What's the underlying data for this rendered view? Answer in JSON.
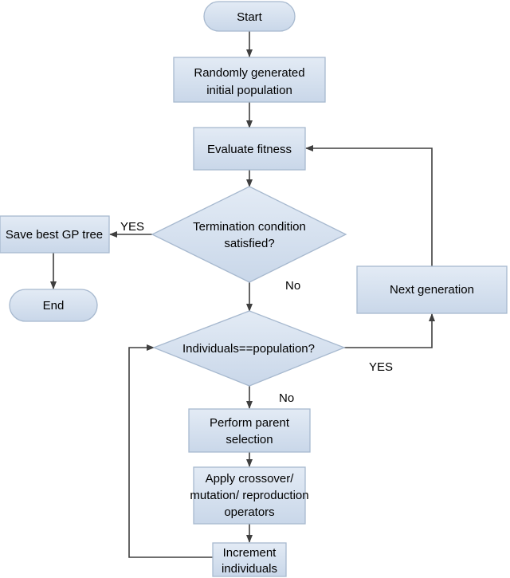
{
  "colors": {
    "node_fill": "#d3dfee",
    "node_stroke": "#a7b9cf",
    "arrow": "#3f3f3f"
  },
  "nodes": {
    "start": {
      "text": "Start"
    },
    "random_pop": {
      "line1": "Randomly generated",
      "line2": "initial population"
    },
    "evaluate": {
      "text": "Evaluate fitness"
    },
    "termination": {
      "line1": "Termination condition",
      "line2": "satisfied?"
    },
    "save_best": {
      "text": "Save best GP tree"
    },
    "end": {
      "text": "End"
    },
    "next_gen": {
      "text": "Next generation"
    },
    "individuals_check": {
      "text": "Individuals==population?"
    },
    "parent_sel": {
      "line1": "Perform parent",
      "line2": "selection"
    },
    "apply_ops": {
      "line1": "Apply crossover/",
      "line2": "mutation/ reproduction",
      "line3": "operators"
    },
    "increment": {
      "line1": "Increment",
      "line2": "individuals"
    }
  },
  "edges": {
    "term_yes": "YES",
    "term_no": "No",
    "ind_yes": "YES",
    "ind_no": "No"
  }
}
